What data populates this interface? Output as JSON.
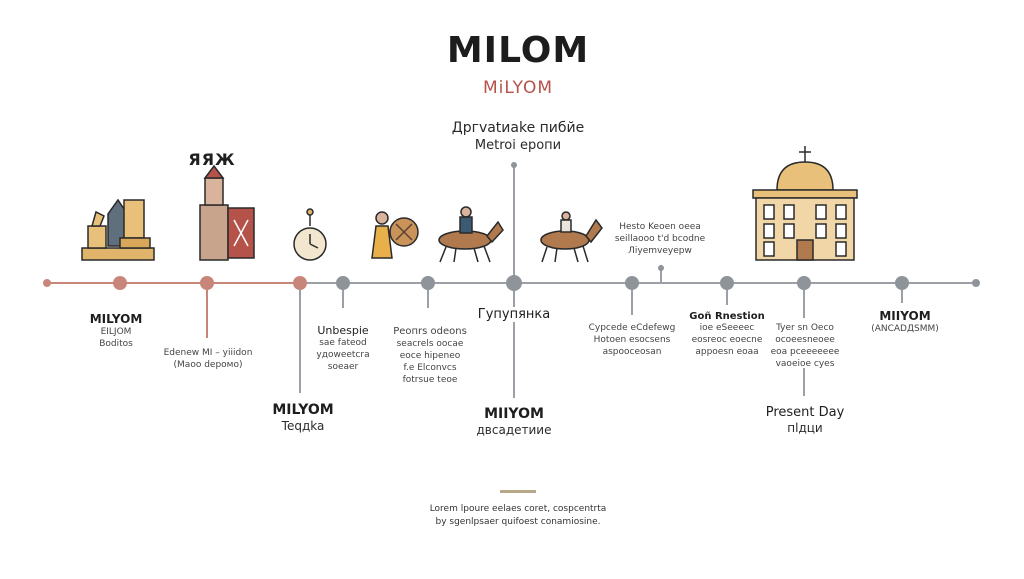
{
  "header": {
    "title": "MILOM",
    "subtitle": "MiLYOM"
  },
  "top_note": {
    "line1": "Дргvatиake пибйe",
    "line2": "Metroi epoпи"
  },
  "icon_label": "ЯЯЖ",
  "events": [
    {
      "title": "MILYOM",
      "lines": [
        "EILJOM",
        "Boditos"
      ]
    },
    {
      "title": "",
      "lines": [
        "Edenew MI – yiiidon",
        "(Maoo depoмo)"
      ]
    },
    {
      "title": "MILYOM",
      "lines": [
        "Teqдka"
      ]
    },
    {
      "title": "Unbespie",
      "lines": [
        "sae fateod",
        "yдoweetcra",
        "soeaer"
      ]
    },
    {
      "title": "Рeoпrs odeons",
      "lines": [
        "seacrels oocae",
        "eoce hipeneo",
        "f.e Elconvcs",
        "fotrsue teoe"
      ]
    },
    {
      "title": "Гупупянка",
      "lines": []
    },
    {
      "title": "MIIYOM",
      "lines": [
        "двсадетиие"
      ]
    },
    {
      "title": "Hesto Keoen oeea",
      "lines": [
        "seillaooo t'd bcodne",
        "Лiyemveyepw"
      ]
    },
    {
      "title": "",
      "lines": [
        "Cypcede eCdefewg",
        "Hotoen esocsens",
        "aspooceosan"
      ]
    },
    {
      "title": "Goñ Rnestion",
      "lines": [
        "ioe eSeeeec",
        "eosreoc eoecne",
        "appoesn eoaa"
      ]
    },
    {
      "title": "",
      "lines": [
        "Tyer sn Oeco",
        "ocoeesneoee",
        "eoa pceeeeeee",
        "vaoeioe cyes"
      ]
    },
    {
      "title": "Present Day",
      "lines": [
        "пlдци"
      ]
    },
    {
      "title": "MIIYOM",
      "lines": [
        "(ANCADДSMM)"
      ]
    }
  ],
  "footer": {
    "line1": "Lorem lpoure eelaes coret, cospcentrta",
    "line2": "by sgenlpsaer quifoest conamiosine."
  },
  "colors": {
    "timeline_old": "#c8867a",
    "timeline_new": "#9aa0a6",
    "accent": "#b5534a",
    "gold": "#e8c07a"
  },
  "icons": [
    "ruins-icon",
    "tower-with-flag-icon",
    "clock-icon",
    "warrior-with-shield-icon",
    "horse-rider-icon",
    "horse-rider-2-icon",
    "domed-building-icon"
  ]
}
